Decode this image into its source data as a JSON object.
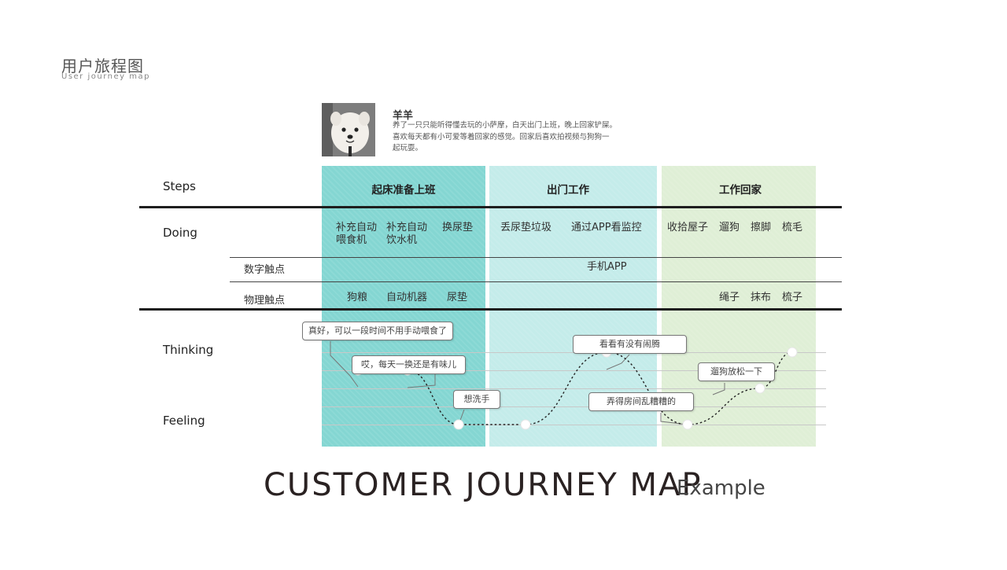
{
  "header": {
    "title": "用户旅程图",
    "subtitle": "User journey map"
  },
  "persona": {
    "name": "羊羊",
    "description_lines": [
      "养了一只只能听得懂去玩的小萨摩，白天出门上班，晚上回家铲屎。",
      "喜欢每天都有小可爱等着回家的感觉。回家后喜欢拍视频与狗狗一",
      "起玩耍。"
    ]
  },
  "rows": {
    "steps": "Steps",
    "doing": "Doing",
    "digital_touchpoint": "数字触点",
    "physical_touchpoint": "物理触点",
    "thinking": "Thinking",
    "feeling": "Feeling"
  },
  "steps": [
    "起床准备上班",
    "出门工作",
    "工作回家"
  ],
  "doing": {
    "col1": [
      "补充自动\n喂食机",
      "补充自动\n饮水机",
      "换尿垫"
    ],
    "col2": [
      "丢尿垫垃圾",
      "通过APP看监控"
    ],
    "col3": [
      "收拾屋子",
      "遛狗",
      "擦脚",
      "梳毛"
    ]
  },
  "digital": "手机APP",
  "physical": {
    "col1": [
      "狗粮",
      "自动机器",
      "尿垫"
    ],
    "col3": [
      "绳子",
      "抹布",
      "梳子"
    ]
  },
  "thoughts": [
    "真好，可以一段时间不用手动喂食了",
    "哎，每天一换还是有味儿",
    "想洗手",
    "看看有没有闹腾",
    "弄得房间乱糟糟的",
    "遛狗放松一下"
  ],
  "feeling_levels": [
    4,
    4,
    1,
    1,
    5,
    1,
    3,
    5
  ],
  "colors": {
    "stage1": "#6fd0cb",
    "stage2": "#c4ecea",
    "stage3": "#dfefd6"
  },
  "footer": {
    "main": "CUSTOMER JOURNEY MAP",
    "sub": "Example"
  }
}
